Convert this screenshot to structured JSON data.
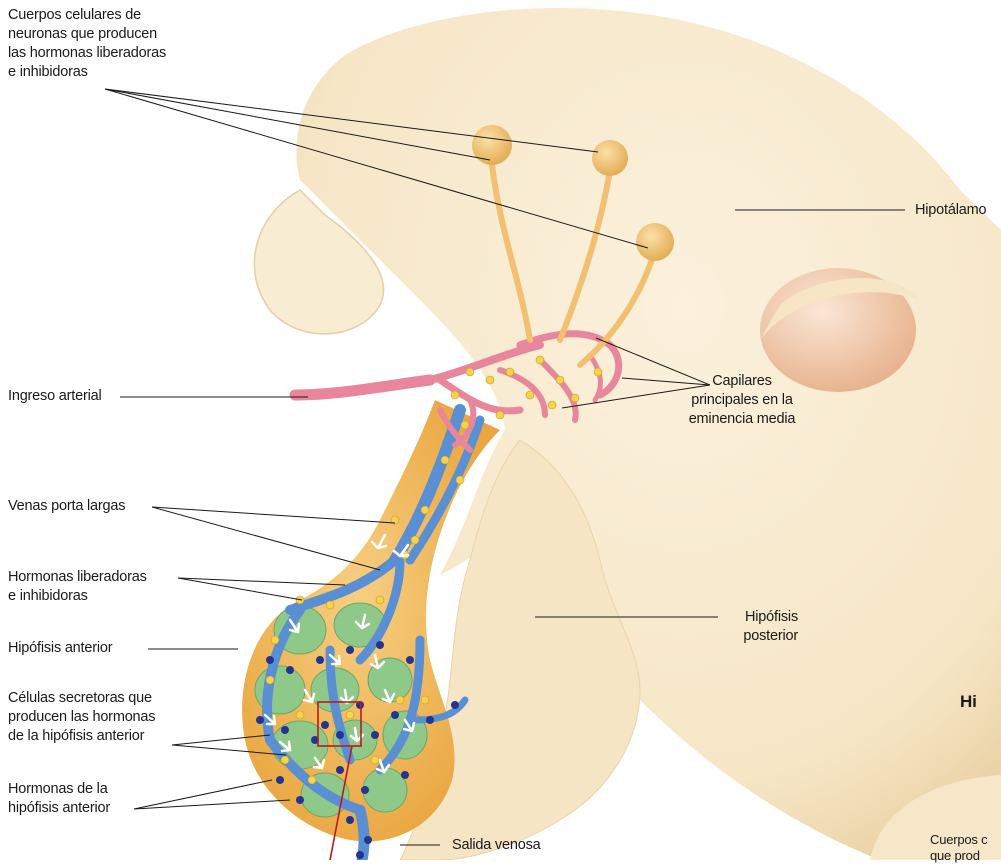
{
  "labels": {
    "cell_bodies": [
      "Cuerpos celulares de",
      "neuronas que producen",
      "las hormonas liberadoras",
      "e inhibidoras"
    ],
    "hypothalamus": "Hipotálamo",
    "arterial_inflow": "Ingreso arterial",
    "primary_capillaries": [
      "Capilares",
      "principales en la",
      "eminencia media"
    ],
    "long_portal_veins": "Venas porta largas",
    "releasing_hormones": [
      "Hormonas liberadoras",
      "e inhibidoras"
    ],
    "anterior_pituitary": "Hipófisis anterior",
    "posterior_pituitary": [
      "Hipófisis",
      "posterior"
    ],
    "secretory_cells": [
      "Células secretoras que",
      "producen las hormonas",
      "de la hipófisis anterior"
    ],
    "anterior_hormones": [
      "Hormonas de la",
      "hipófisis anterior"
    ],
    "venous_outflow": "Salida venosa",
    "cut_heading": "Hi",
    "cut_label": [
      "Cuerpos c",
      "que prod"
    ]
  },
  "colors": {
    "brain_tissue": "#f7e9cc",
    "brain_shadow": "#ead3a6",
    "capillary": "#e8879b",
    "vein": "#5b8fd3",
    "gland": "#f2b95a",
    "secretory_cell": "#8fc98a",
    "hormone_dot_yellow": "#f6d24e",
    "hormone_dot_blue": "#27348f",
    "leader_line": "#1a1a1a",
    "highlight_box": "#c0181e"
  }
}
